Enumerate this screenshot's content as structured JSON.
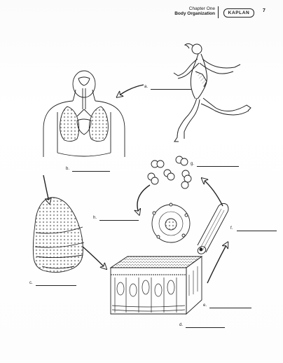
{
  "header": {
    "chapter": "Chapter One",
    "section": "Body Organization",
    "logo": "KAPLAN",
    "page_number": "7"
  },
  "labels": [
    {
      "id": "a",
      "text": "a."
    },
    {
      "id": "b",
      "text": "b."
    },
    {
      "id": "c",
      "text": "c."
    },
    {
      "id": "d",
      "text": "d."
    },
    {
      "id": "e",
      "text": "e."
    },
    {
      "id": "f",
      "text": "f."
    },
    {
      "id": "g",
      "text": "g."
    },
    {
      "id": "h",
      "text": "h."
    }
  ],
  "figures": [
    "runner",
    "human-torso-respiratory-system",
    "lung",
    "tissue-block",
    "muscle-fiber",
    "molecules",
    "atom"
  ],
  "arrows": [
    "arrow-runner-to-torso",
    "arrow-torso-to-lung",
    "arrow-lung-to-tissue",
    "arrow-tissue-to-fiber",
    "arrow-fiber-to-molecules",
    "arrow-molecules-to-atom"
  ]
}
